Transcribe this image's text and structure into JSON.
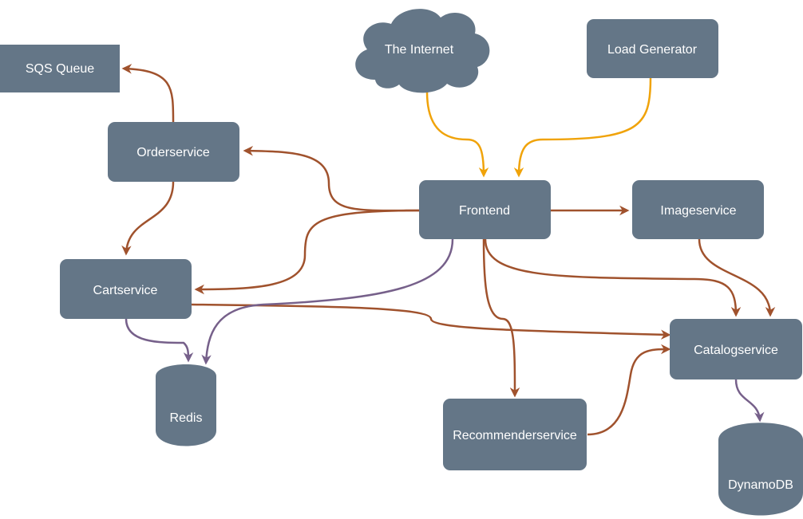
{
  "colors": {
    "node_fill": "#647687",
    "label": "#ffffff",
    "edge_brown": "#A0522D",
    "edge_orange": "#F0A30A",
    "edge_purple": "#76608A"
  },
  "nodes": {
    "sqs_queue": "SQS Queue",
    "internet": "The Internet",
    "load_generator": "Load Generator",
    "orderservice": "Orderservice",
    "frontend": "Frontend",
    "imageservice": "Imageservice",
    "cartservice": "Cartservice",
    "catalogservice": "Catalogservice",
    "redis": "Redis",
    "recommenderservice": "Recommenderservice",
    "dynamodb": "DynamoDB"
  }
}
